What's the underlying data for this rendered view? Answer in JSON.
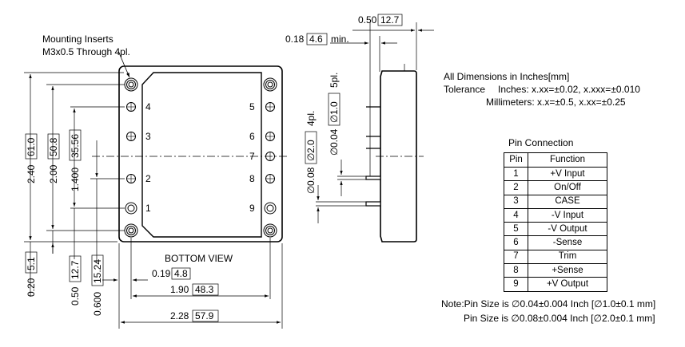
{
  "mounting_label": [
    "Mounting Inserts",
    "M3x0.5 Through 4pl."
  ],
  "bottom_view_label": "BOTTOM VIEW",
  "pin_numbers": {
    "left": [
      "4",
      "3",
      "2",
      "1"
    ],
    "right": [
      "5",
      "6",
      "7",
      "8",
      "9"
    ]
  },
  "dimensions": {
    "height_total": {
      "inch": "2.40",
      "mm": "61.0"
    },
    "height_inner": {
      "inch": "2.00",
      "mm": "50.8"
    },
    "pin_span": {
      "inch": "1.400",
      "mm": "35.56"
    },
    "bottom_offset": {
      "inch": "0.20",
      "mm": "5.1"
    },
    "pin_bottom": {
      "inch": "0.50",
      "mm": "12.7"
    },
    "pin_bottom2": {
      "inch": "0.600",
      "mm": "15.24"
    },
    "pin_offset": {
      "inch": "0.19",
      "mm": "4.8"
    },
    "width_inner": {
      "inch": "1.90",
      "mm": "48.3"
    },
    "width_total": {
      "inch": "2.28",
      "mm": "57.9"
    },
    "side_depth": {
      "inch": "0.50",
      "mm": "12.7"
    },
    "side_min": {
      "inch": "0.18",
      "mm": "4.6",
      "suffix": "min."
    },
    "pin_pitch": {
      "inch": "0.08",
      "mm": "2.0",
      "count": "4pl."
    },
    "pin_dia": {
      "inch": "0.04",
      "mm": "1.0",
      "count": "5pl."
    }
  },
  "diameter_symbol": "∅",
  "tolerance": {
    "title": "All Dimensions in Inches[mm]",
    "label": "Tolerance",
    "inches": "Inches: x.xx=±0.02, x.xxx=±0.010",
    "millimeters": "Millimeters: x.x=±0.5, x.xx=±0.25"
  },
  "pin_connection": {
    "title": "Pin Connection",
    "headers": [
      "Pin",
      "Function"
    ],
    "rows": [
      [
        "1",
        "+V Input"
      ],
      [
        "2",
        "On/Off"
      ],
      [
        "3",
        "CASE"
      ],
      [
        "4",
        "-V Input"
      ],
      [
        "5",
        "-V Output"
      ],
      [
        "6",
        "-Sense"
      ],
      [
        "7",
        "Trim"
      ],
      [
        "8",
        "+Sense"
      ],
      [
        "9",
        "+V Output"
      ]
    ]
  },
  "notes": {
    "line1_prefix": "Note:Pin Size is",
    "line1_value": "0.04±0.004 Inch [",
    "line1_mm": "1.0±0.1 mm]",
    "line2_prefix": "Pin Size is",
    "line2_value": "0.08±0.004 Inch [",
    "line2_mm": "2.0±0.1 mm]"
  }
}
